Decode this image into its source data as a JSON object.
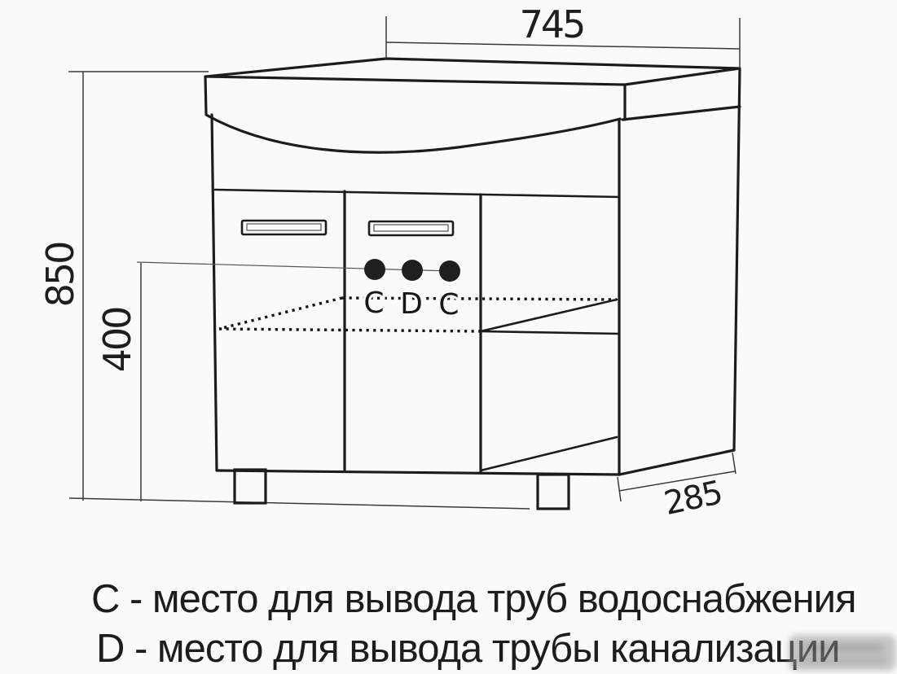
{
  "drawing": {
    "title_hint": "vanity cabinet dimensional drawing",
    "dimensions": {
      "width": "745",
      "height": "850",
      "outlet_height": "400",
      "depth": "285"
    },
    "outlets": {
      "left": "C",
      "middle": "D",
      "right": "C"
    },
    "legend": {
      "line1": "С - место для вывода труб водоснабжения",
      "line2": "D - место для вывода трубы канализации"
    },
    "colors": {
      "line": "#1c1c1c",
      "background": "#fbfafa",
      "outlet_marker": "#1f1f1f"
    }
  }
}
